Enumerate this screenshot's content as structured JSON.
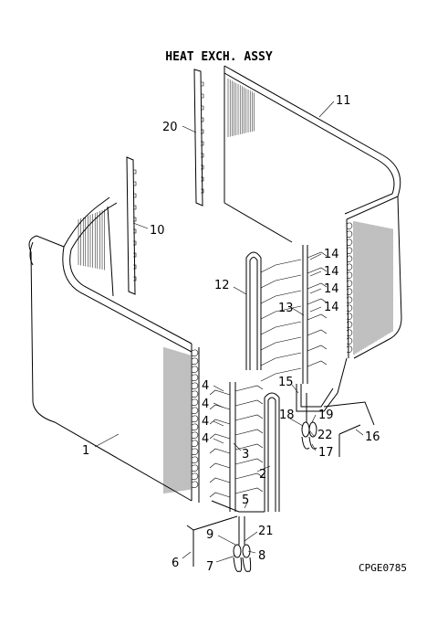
{
  "diagram": {
    "title": "HEAT EXCH. ASSY",
    "drawing_code": "CPGE0785",
    "callouts": [
      {
        "id": "c1",
        "text": "1"
      },
      {
        "id": "c2",
        "text": "2"
      },
      {
        "id": "c3",
        "text": "3"
      },
      {
        "id": "c4a",
        "text": "4"
      },
      {
        "id": "c4b",
        "text": "4"
      },
      {
        "id": "c4c",
        "text": "4"
      },
      {
        "id": "c4d",
        "text": "4"
      },
      {
        "id": "c5",
        "text": "5"
      },
      {
        "id": "c6",
        "text": "6"
      },
      {
        "id": "c7",
        "text": "7"
      },
      {
        "id": "c8",
        "text": "8"
      },
      {
        "id": "c9",
        "text": "9"
      },
      {
        "id": "c10",
        "text": "10"
      },
      {
        "id": "c11",
        "text": "11"
      },
      {
        "id": "c12",
        "text": "12"
      },
      {
        "id": "c13",
        "text": "13"
      },
      {
        "id": "c14a",
        "text": "14"
      },
      {
        "id": "c14b",
        "text": "14"
      },
      {
        "id": "c14c",
        "text": "14"
      },
      {
        "id": "c14d",
        "text": "14"
      },
      {
        "id": "c15",
        "text": "15"
      },
      {
        "id": "c16",
        "text": "16"
      },
      {
        "id": "c17",
        "text": "17"
      },
      {
        "id": "c18",
        "text": "18"
      },
      {
        "id": "c19",
        "text": "19"
      },
      {
        "id": "c20",
        "text": "20"
      },
      {
        "id": "c21",
        "text": "21"
      },
      {
        "id": "c22",
        "text": "22"
      }
    ]
  }
}
